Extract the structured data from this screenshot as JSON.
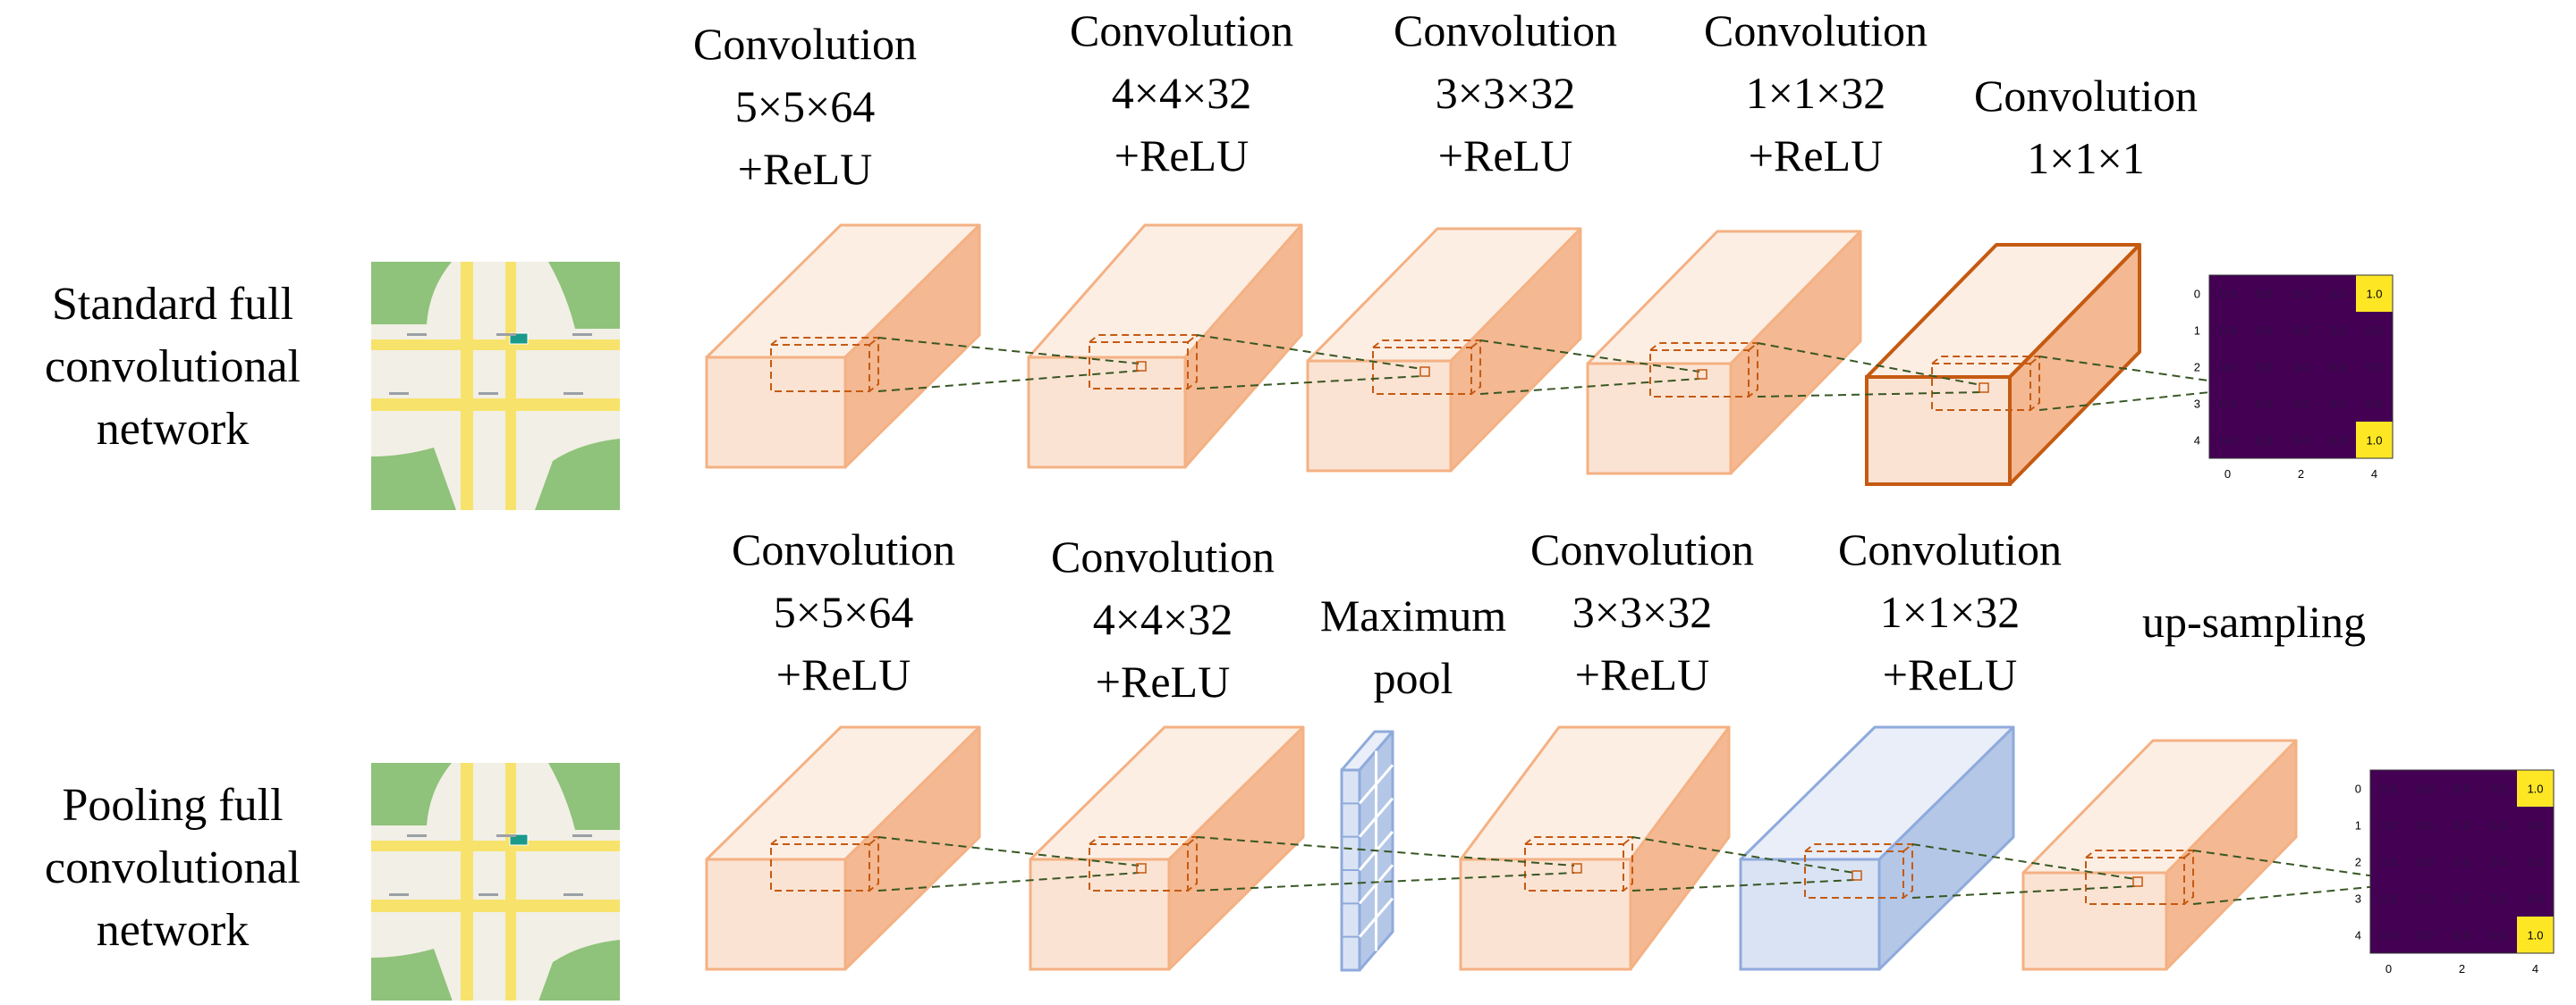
{
  "rows": [
    {
      "row_label": [
        "Standard full",
        "convolutional",
        "network"
      ],
      "layers": [
        {
          "lines": [
            "Convolution",
            "5×5×64",
            "+ReLU"
          ]
        },
        {
          "lines": [
            "Convolution",
            "4×4×32",
            "+ReLU"
          ]
        },
        {
          "lines": [
            "Convolution",
            "3×3×32",
            "+ReLU"
          ]
        },
        {
          "lines": [
            "Convolution",
            "1×1×32",
            "+ReLU"
          ]
        },
        {
          "lines": [
            "Convolution",
            "1×1×1"
          ]
        }
      ],
      "output": {
        "cells": [
          [
            "0.0",
            "0.0",
            "0.0",
            "0.0",
            "1.0"
          ],
          [
            "0.0",
            "0.0",
            "0.0",
            "0.0",
            "0.0"
          ],
          [
            "0.0",
            "0.0",
            "0.0",
            "0.0",
            "0.0"
          ],
          [
            "0.0",
            "0.0",
            "0.0",
            "0.0",
            "0.0"
          ],
          [
            "0.0",
            "0.0",
            "0.0",
            "0.0",
            "1.0"
          ]
        ],
        "y_ticks": [
          "0",
          "1",
          "2",
          "3",
          "4"
        ],
        "x_ticks": [
          "0",
          "2",
          "4"
        ]
      }
    },
    {
      "row_label": [
        "Pooling full",
        "convolutional",
        "network"
      ],
      "layers": [
        {
          "lines": [
            "Convolution",
            "5×5×64",
            "+ReLU"
          ]
        },
        {
          "lines": [
            "Convolution",
            "4×4×32",
            "+ReLU"
          ]
        },
        {
          "lines": [
            "Maximum",
            "pool"
          ]
        },
        {
          "lines": [
            "Convolution",
            "3×3×32",
            "+ReLU"
          ]
        },
        {
          "lines": [
            "Convolution",
            "1×1×32",
            "+ReLU"
          ]
        },
        {
          "lines": [
            "up-sampling"
          ]
        }
      ],
      "output": {
        "cells": [
          [
            "0.0",
            "0.0",
            "0.0",
            "0.0",
            "1.0"
          ],
          [
            "0.0",
            "0.0",
            "0.0",
            "0.0",
            "0.0"
          ],
          [
            "0.0",
            "0.0",
            "0.0",
            "0.0",
            "0.0"
          ],
          [
            "0.0",
            "0.0",
            "0.0",
            "0.0",
            "0.0"
          ],
          [
            "0.0",
            "0.0",
            "0.0",
            "0.0",
            "1.0"
          ]
        ],
        "y_ticks": [
          "0",
          "1",
          "2",
          "3",
          "4"
        ],
        "x_ticks": [
          "0",
          "2",
          "4"
        ]
      }
    }
  ],
  "colors": {
    "block_front": "#fbe3d3",
    "block_top": "#fdeee4",
    "block_side": "#f4b892",
    "block_edge": "#f4b183",
    "block_bold_edge": "#c55a11",
    "blue_front": "#dae3f3",
    "blue_top": "#e9eef8",
    "blue_side": "#b4c7e7",
    "blue_edge": "#8faadc",
    "connector": "#385723",
    "kernel_edge": "#c55a11",
    "heat_low": "#440154",
    "heat_high": "#fde725",
    "map_bg": "#f2efe6",
    "map_park": "#8fc27a",
    "map_road": "#f7e36b"
  }
}
